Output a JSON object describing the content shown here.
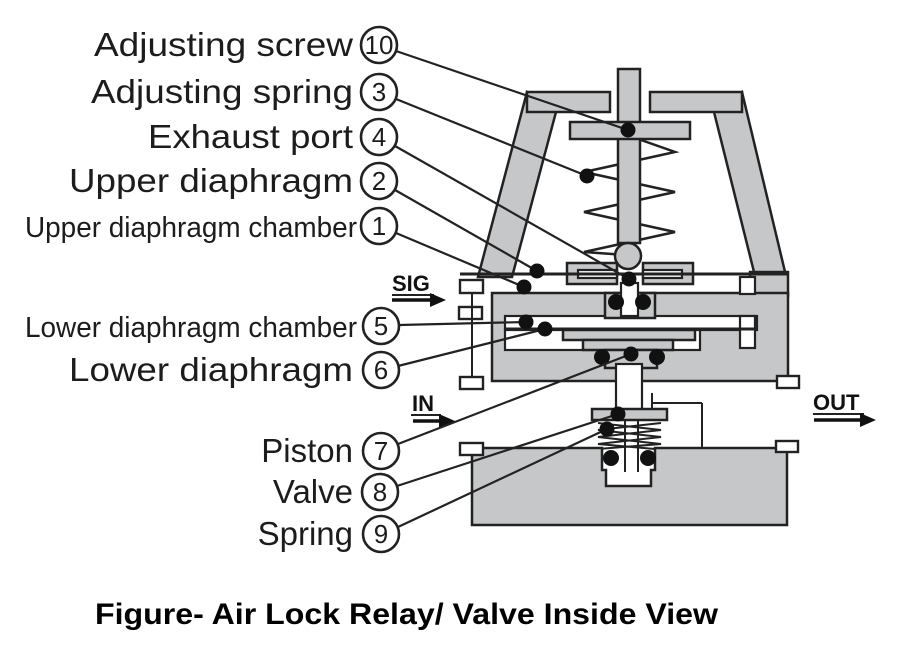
{
  "figure": {
    "caption": "Figure- Air Lock Relay/ Valve Inside View"
  },
  "ports": [
    {
      "label": "SIG"
    },
    {
      "label": "IN"
    },
    {
      "label": "OUT"
    }
  ],
  "callouts": [
    {
      "label": "Adjusting screw",
      "number": "10"
    },
    {
      "label": "Adjusting spring",
      "number": "3"
    },
    {
      "label": "Exhaust port",
      "number": "4"
    },
    {
      "label": "Upper diaphragm",
      "number": "2"
    },
    {
      "label": "Upper diaphragm chamber",
      "number": "1"
    },
    {
      "label": "Lower diaphragm chamber",
      "number": "5"
    },
    {
      "label": "Lower diaphragm",
      "number": "6"
    },
    {
      "label": "Piston",
      "number": "7"
    },
    {
      "label": "Valve",
      "number": "8"
    },
    {
      "label": "Spring",
      "number": "9"
    }
  ],
  "colors": {
    "body_fill": "#c5c7c9",
    "outline": "#222222",
    "background": "#ffffff"
  }
}
